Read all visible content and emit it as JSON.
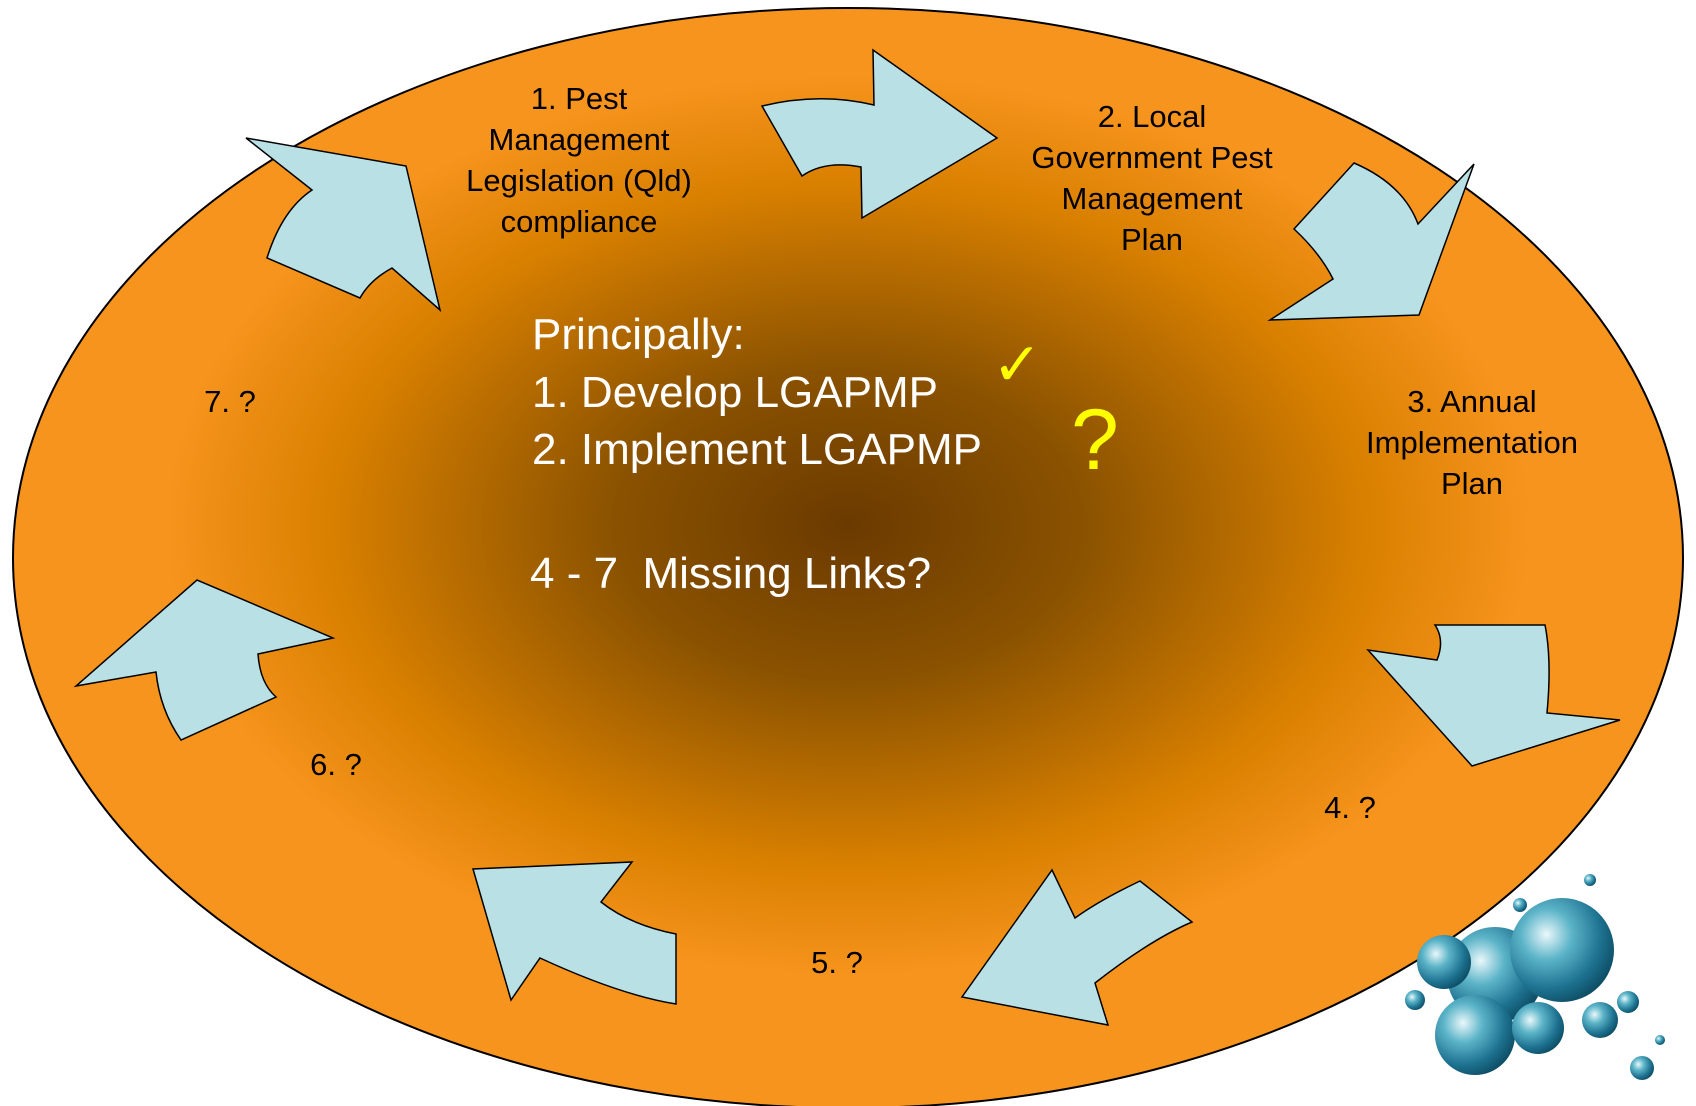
{
  "steps": [
    {
      "label": "1. Pest\nManagement\nLegislation (Qld)\ncompliance"
    },
    {
      "label": "2. Local\nGovernment Pest\nManagement\nPlan"
    },
    {
      "label": "3. Annual\nImplementation\nPlan"
    },
    {
      "label": "4. ?"
    },
    {
      "label": "5. ?"
    },
    {
      "label": "6. ?"
    },
    {
      "label": "7. ?"
    }
  ],
  "center": {
    "heading": "Principally:",
    "line1": "1. Develop LGAPMP",
    "line2": "2. Implement LGAPMP",
    "missing": "4 - 7  Missing Links?",
    "check_mark": "✓",
    "question_mark": "?"
  },
  "colors": {
    "ellipse_edge": "#F7941D",
    "ellipse_center": "#6B3A00",
    "arrow_fill": "#B9E0E4",
    "center_text": "#FFFFFF",
    "highlight": "#FFFF00"
  }
}
